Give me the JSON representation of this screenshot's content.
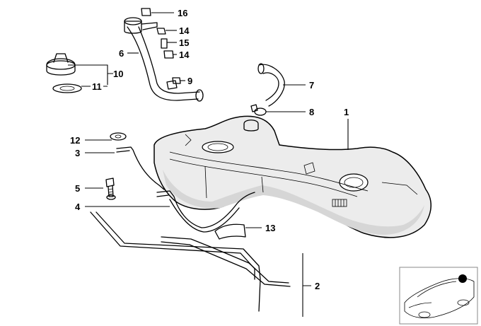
{
  "diagram": {
    "callouts": [
      {
        "id": "c1",
        "label": "1"
      },
      {
        "id": "c2",
        "label": "2"
      },
      {
        "id": "c3",
        "label": "3"
      },
      {
        "id": "c4",
        "label": "4"
      },
      {
        "id": "c5",
        "label": "5"
      },
      {
        "id": "c6",
        "label": "6"
      },
      {
        "id": "c7",
        "label": "7"
      },
      {
        "id": "c8",
        "label": "8"
      },
      {
        "id": "c9",
        "label": "9"
      },
      {
        "id": "c10",
        "label": "10"
      },
      {
        "id": "c11",
        "label": "11"
      },
      {
        "id": "c12",
        "label": "12"
      },
      {
        "id": "c13",
        "label": "13"
      },
      {
        "id": "c14a",
        "label": "14"
      },
      {
        "id": "c14b",
        "label": "14"
      },
      {
        "id": "c15",
        "label": "15"
      },
      {
        "id": "c16",
        "label": "16"
      }
    ],
    "colors": {
      "line": "#000000",
      "tank_fill": "#ececec",
      "background": "#ffffff"
    }
  }
}
